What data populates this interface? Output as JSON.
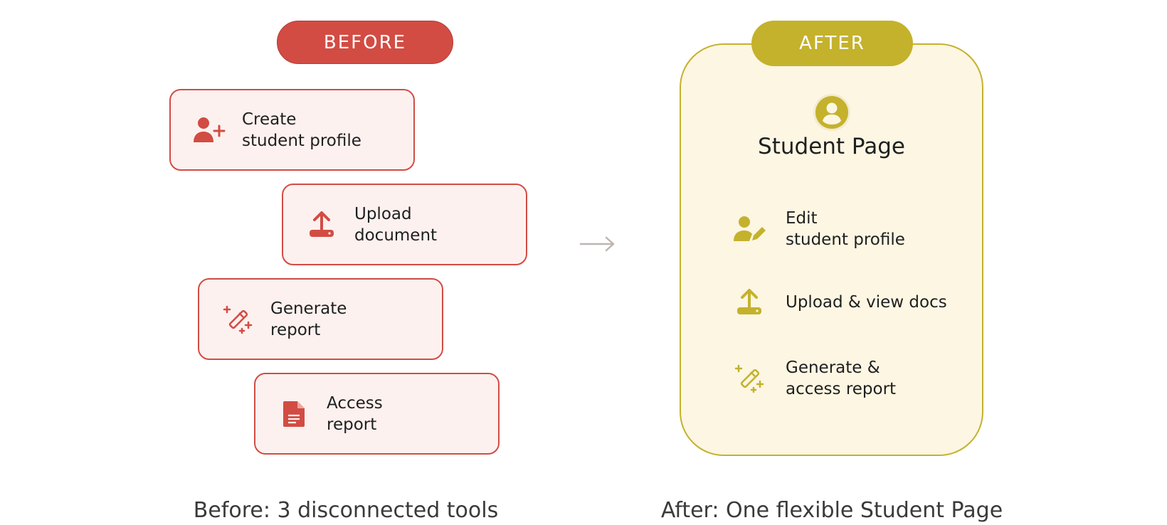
{
  "before": {
    "badge": "BEFORE",
    "cards": [
      {
        "label": "Create\nstudent profile",
        "icon": "add-user-icon"
      },
      {
        "label": "Upload\ndocument",
        "icon": "upload-icon"
      },
      {
        "label": "Generate\nreport",
        "icon": "magic-wand-icon"
      },
      {
        "label": "Access\nreport",
        "icon": "document-icon"
      }
    ],
    "caption": "Before: 3 disconnected tools"
  },
  "after": {
    "badge": "AFTER",
    "title": "Student Page",
    "avatar_icon": "user-avatar-icon",
    "features": [
      {
        "label": "Edit\nstudent profile",
        "icon": "edit-user-icon"
      },
      {
        "label": "Upload & view docs",
        "icon": "upload-icon"
      },
      {
        "label": "Generate &\naccess report",
        "icon": "magic-wand-icon"
      }
    ],
    "caption": "After: One flexible Student Page"
  },
  "arrow_icon": "right-arrow-icon",
  "colors": {
    "before_accent": "#d24c43",
    "before_fill": "#fcf1ef",
    "after_accent": "#c4b22c",
    "after_fill": "#fcf6e3"
  }
}
